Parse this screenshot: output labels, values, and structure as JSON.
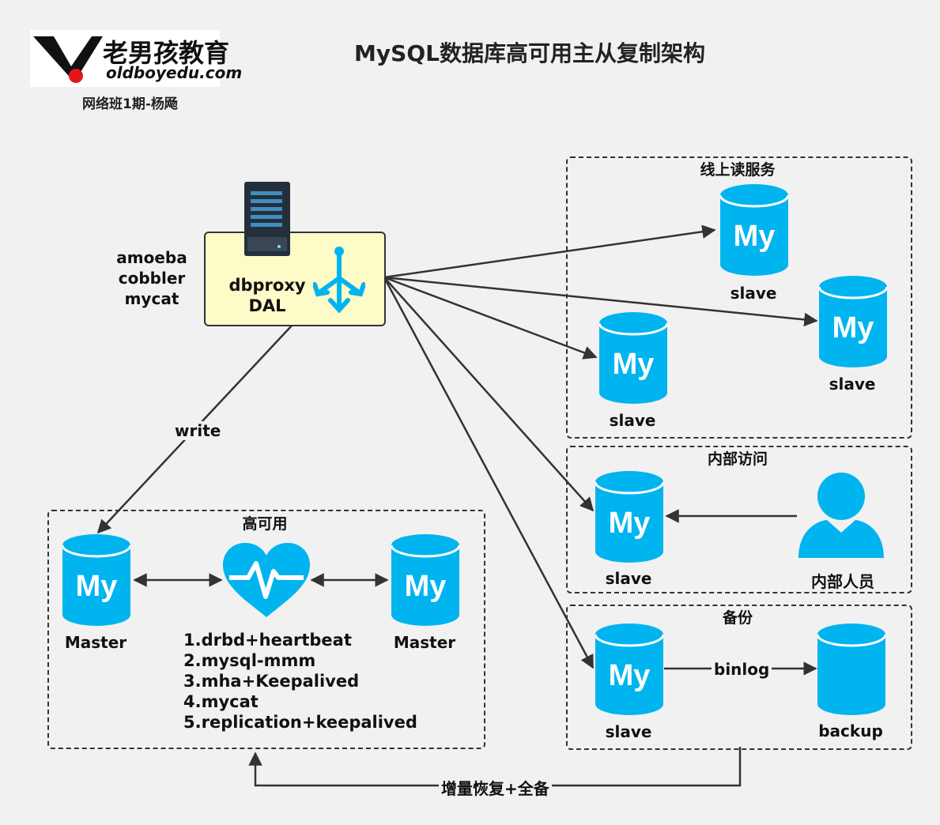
{
  "title": "MySQL数据库高可用主从复制架构",
  "logo": {
    "cn": "老男孩教育",
    "en": "oldboyedu.com"
  },
  "subtitle": "网络班1期-杨飏",
  "proxy": {
    "line1": "dbproxy",
    "line2": "DAL",
    "tools": [
      "amoeba",
      "cobbler",
      "mycat"
    ]
  },
  "db_icon_text": "My",
  "groups": {
    "online": {
      "label": "线上读服务",
      "nodes": [
        "slave",
        "slave",
        "slave"
      ]
    },
    "internal": {
      "label": "内部访问",
      "node": "slave",
      "person": "内部人员"
    },
    "backup": {
      "label": "备份",
      "node": "slave",
      "target": "backup",
      "edge": "binlog"
    },
    "ha": {
      "label": "高可用",
      "left": "Master",
      "right": "Master",
      "methods": [
        "1.drbd+heartbeat",
        "2.mysql-mmm",
        "3.mha+Keepalived",
        "4.mycat",
        "5.replication+keepalived"
      ]
    }
  },
  "edges": {
    "write": "write",
    "restore": "增量恢复+全备"
  },
  "colors": {
    "db": "#00b4ef",
    "proxy_bg": "#fdfbc7",
    "line": "#333333"
  }
}
